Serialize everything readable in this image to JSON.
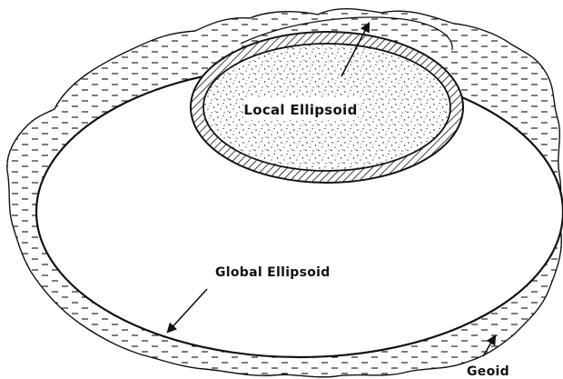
{
  "labels": {
    "local_ellipsoid": "Local Ellipsoid",
    "global_ellipsoid": "Global Ellipsoid",
    "geoid": "Geoid"
  },
  "colors": {
    "ink": "#111111",
    "paper": "#ffffff"
  }
}
